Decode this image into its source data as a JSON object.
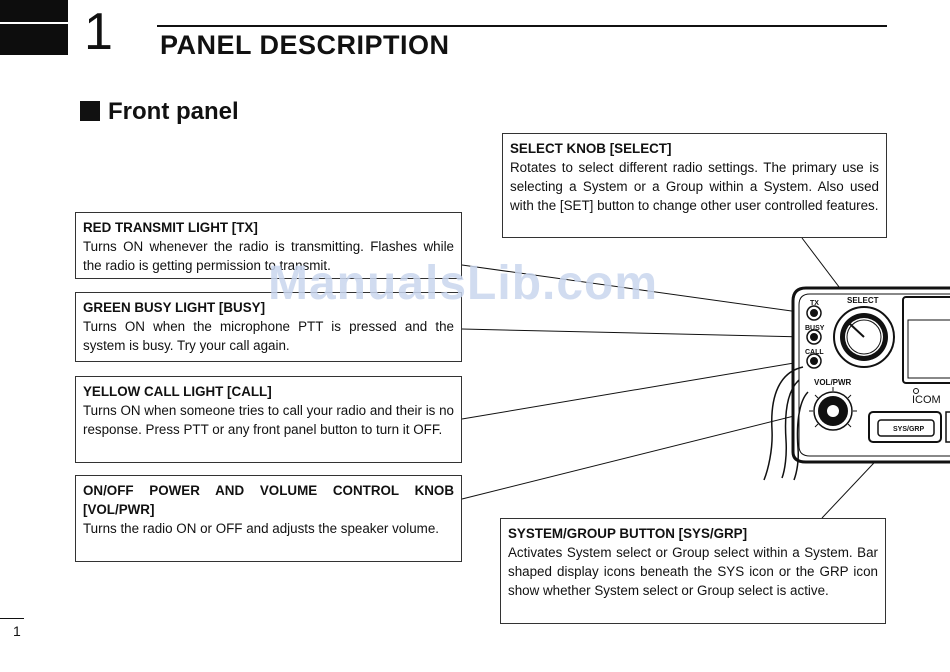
{
  "chapter": {
    "number": "1",
    "title": "PANEL DESCRIPTION"
  },
  "section": {
    "title": "Front panel"
  },
  "callouts": {
    "select": {
      "title": "SELECT KNOB [SELECT]",
      "body": "Rotates to select different radio settings.  The primary use is selecting a System or a Group within a System. Also used with the [SET] button to change other user controlled features."
    },
    "tx": {
      "title": "RED TRANSMIT LIGHT [TX]",
      "body": "Turns ON whenever the radio is transmitting. Flashes while the radio is getting permission to transmit."
    },
    "busy": {
      "title": "GREEN BUSY LIGHT [BUSY]",
      "body": "Turns ON when the microphone PTT is pressed and the system is busy.  Try your call again."
    },
    "call": {
      "title": "YELLOW CALL LIGHT [CALL]",
      "body": "Turns ON when someone tries to call your radio and their is no response.  Press PTT or any front panel button to turn it OFF."
    },
    "vol": {
      "title": "ON/OFF POWER AND VOLUME CONTROL KNOB [VOL/PWR]",
      "body": "Turns the radio ON or OFF and adjusts the speaker volume."
    },
    "sys": {
      "title": "SYSTEM/GROUP BUTTON [SYS/GRP]",
      "body": "Activates System select or Group select within a System. Bar shaped display icons beneath the SYS icon or the GRP icon show whether System select or Group select is active."
    }
  },
  "radio_labels": {
    "tx": "TX",
    "busy": "BUSY",
    "call": "CALL",
    "select": "SELECT",
    "vol_pwr": "VOL/PWR",
    "brand": "ICOM",
    "sys_grp": "SYS/GRP"
  },
  "watermark": "ManualsLib.com",
  "page_number": "1"
}
